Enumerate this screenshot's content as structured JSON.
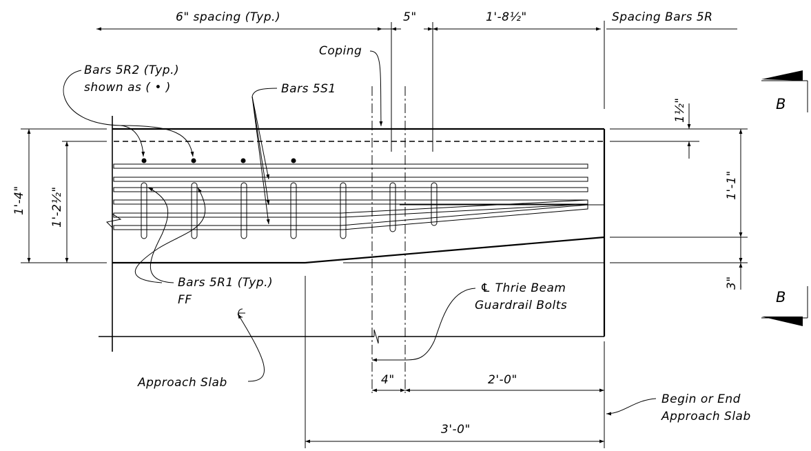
{
  "labels": {
    "spacing_typ": "6\" spacing (Typ.)",
    "dim_5in": "5\"",
    "dim_1_8_half": "1'-8½\"",
    "spacing_bars": "Spacing Bars 5R",
    "coping": "Coping",
    "bars_5r2_line1": "Bars 5R2 (Typ.)",
    "bars_5r2_line2": "shown as (  •  )",
    "bars_5s1": "Bars 5S1",
    "dim_1_4": "1'-4\"",
    "dim_1_2_half": "1'-2½\"",
    "dim_1_half": "1½\"",
    "dim_1_1": "1'-1\"",
    "dim_3in": "3\"",
    "bars_5r1_line1": "Bars 5R1 (Typ.)",
    "bars_5r1_line2": "FF",
    "cl_thrie_line1": "℄ Thrie Beam",
    "cl_thrie_line2": "Guardrail Bolts",
    "approach_slab": "Approach Slab",
    "dim_4in": "4\"",
    "dim_2_0": "2'-0\"",
    "dim_3_0": "3'-0\"",
    "begin_end_line1": "Begin or End",
    "begin_end_line2": "Approach Slab",
    "section_b_top": "B",
    "section_b_bottom": "B"
  },
  "symbols": {
    "ffe_mark": "centerline-symbol"
  }
}
